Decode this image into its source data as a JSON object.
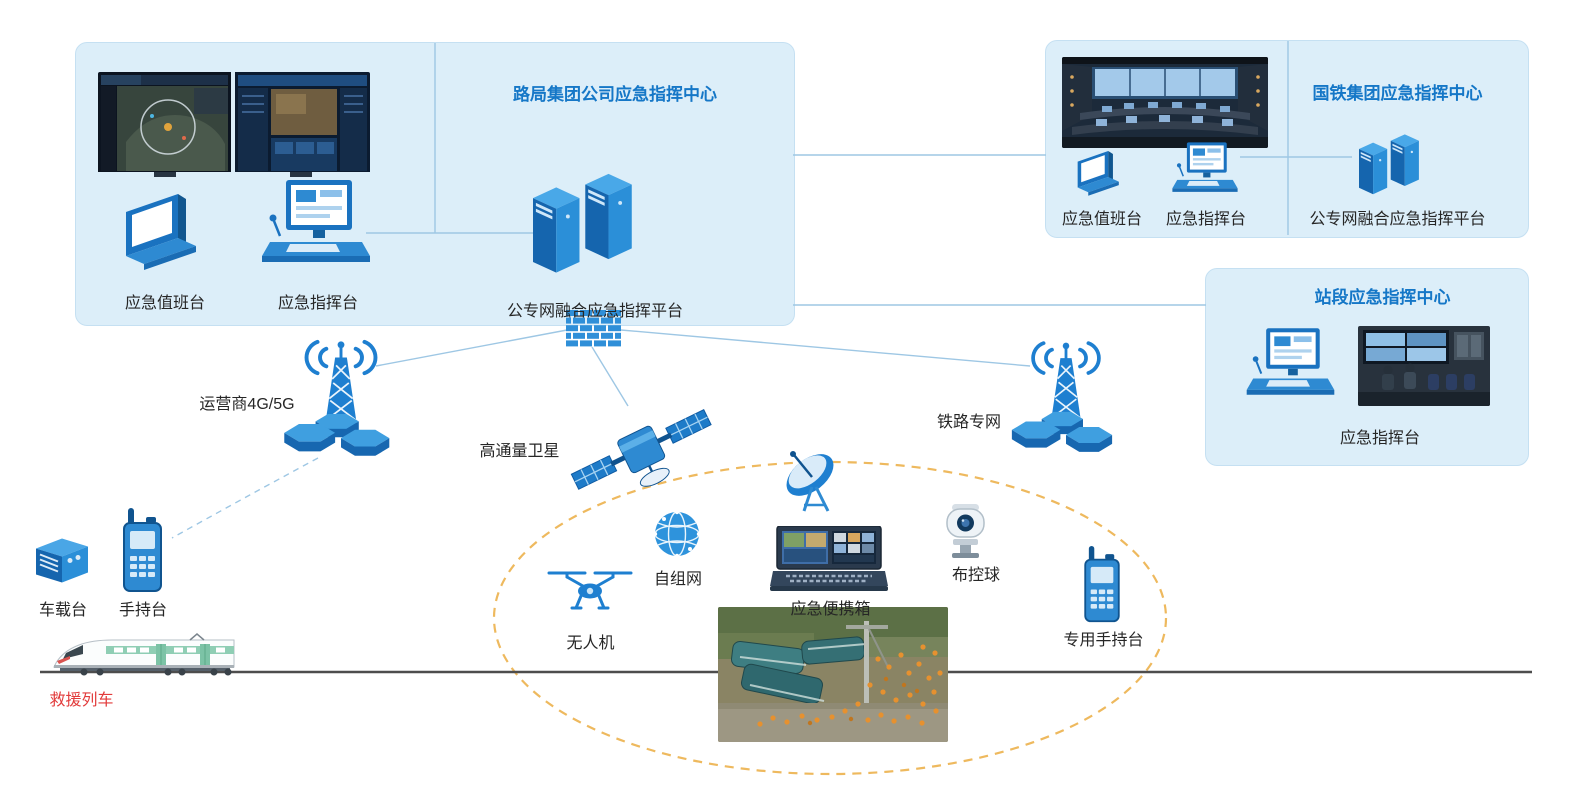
{
  "centers": {
    "bureau": {
      "title": "路局集团公司应急指挥中心",
      "duty_station": "应急值班台",
      "command_station": "应急指挥台",
      "platform": "公专网融合应急指挥平台"
    },
    "national": {
      "title": "国铁集团应急指挥中心",
      "duty_station": "应急值班台",
      "command_station": "应急指挥台",
      "platform": "公专网融合应急指挥平台"
    },
    "station": {
      "title": "站段应急指挥中心",
      "command_station": "应急指挥台"
    }
  },
  "networks": {
    "carrier": "运营商4G/5G",
    "satellite": "高通量卫星",
    "railway_private": "铁路专网"
  },
  "field_devices": {
    "adhoc_network": "自组网",
    "drone": "无人机",
    "portable_kit": "应急便携箱",
    "ptz_ball": "布控球",
    "dedicated_handheld": "专用手持台"
  },
  "trackside": {
    "vehicle_station": "车载台",
    "handheld": "手持台",
    "rescue_train": "救援列车"
  },
  "colors": {
    "title_blue": "#1577c7",
    "icon_blue": "#1e7fd0",
    "panel_bg": "#dceef9",
    "connector_blue": "#9ec7e4",
    "coverage_dash_orange": "#eeb95e",
    "rescue_train_red": "#e23b3b"
  }
}
